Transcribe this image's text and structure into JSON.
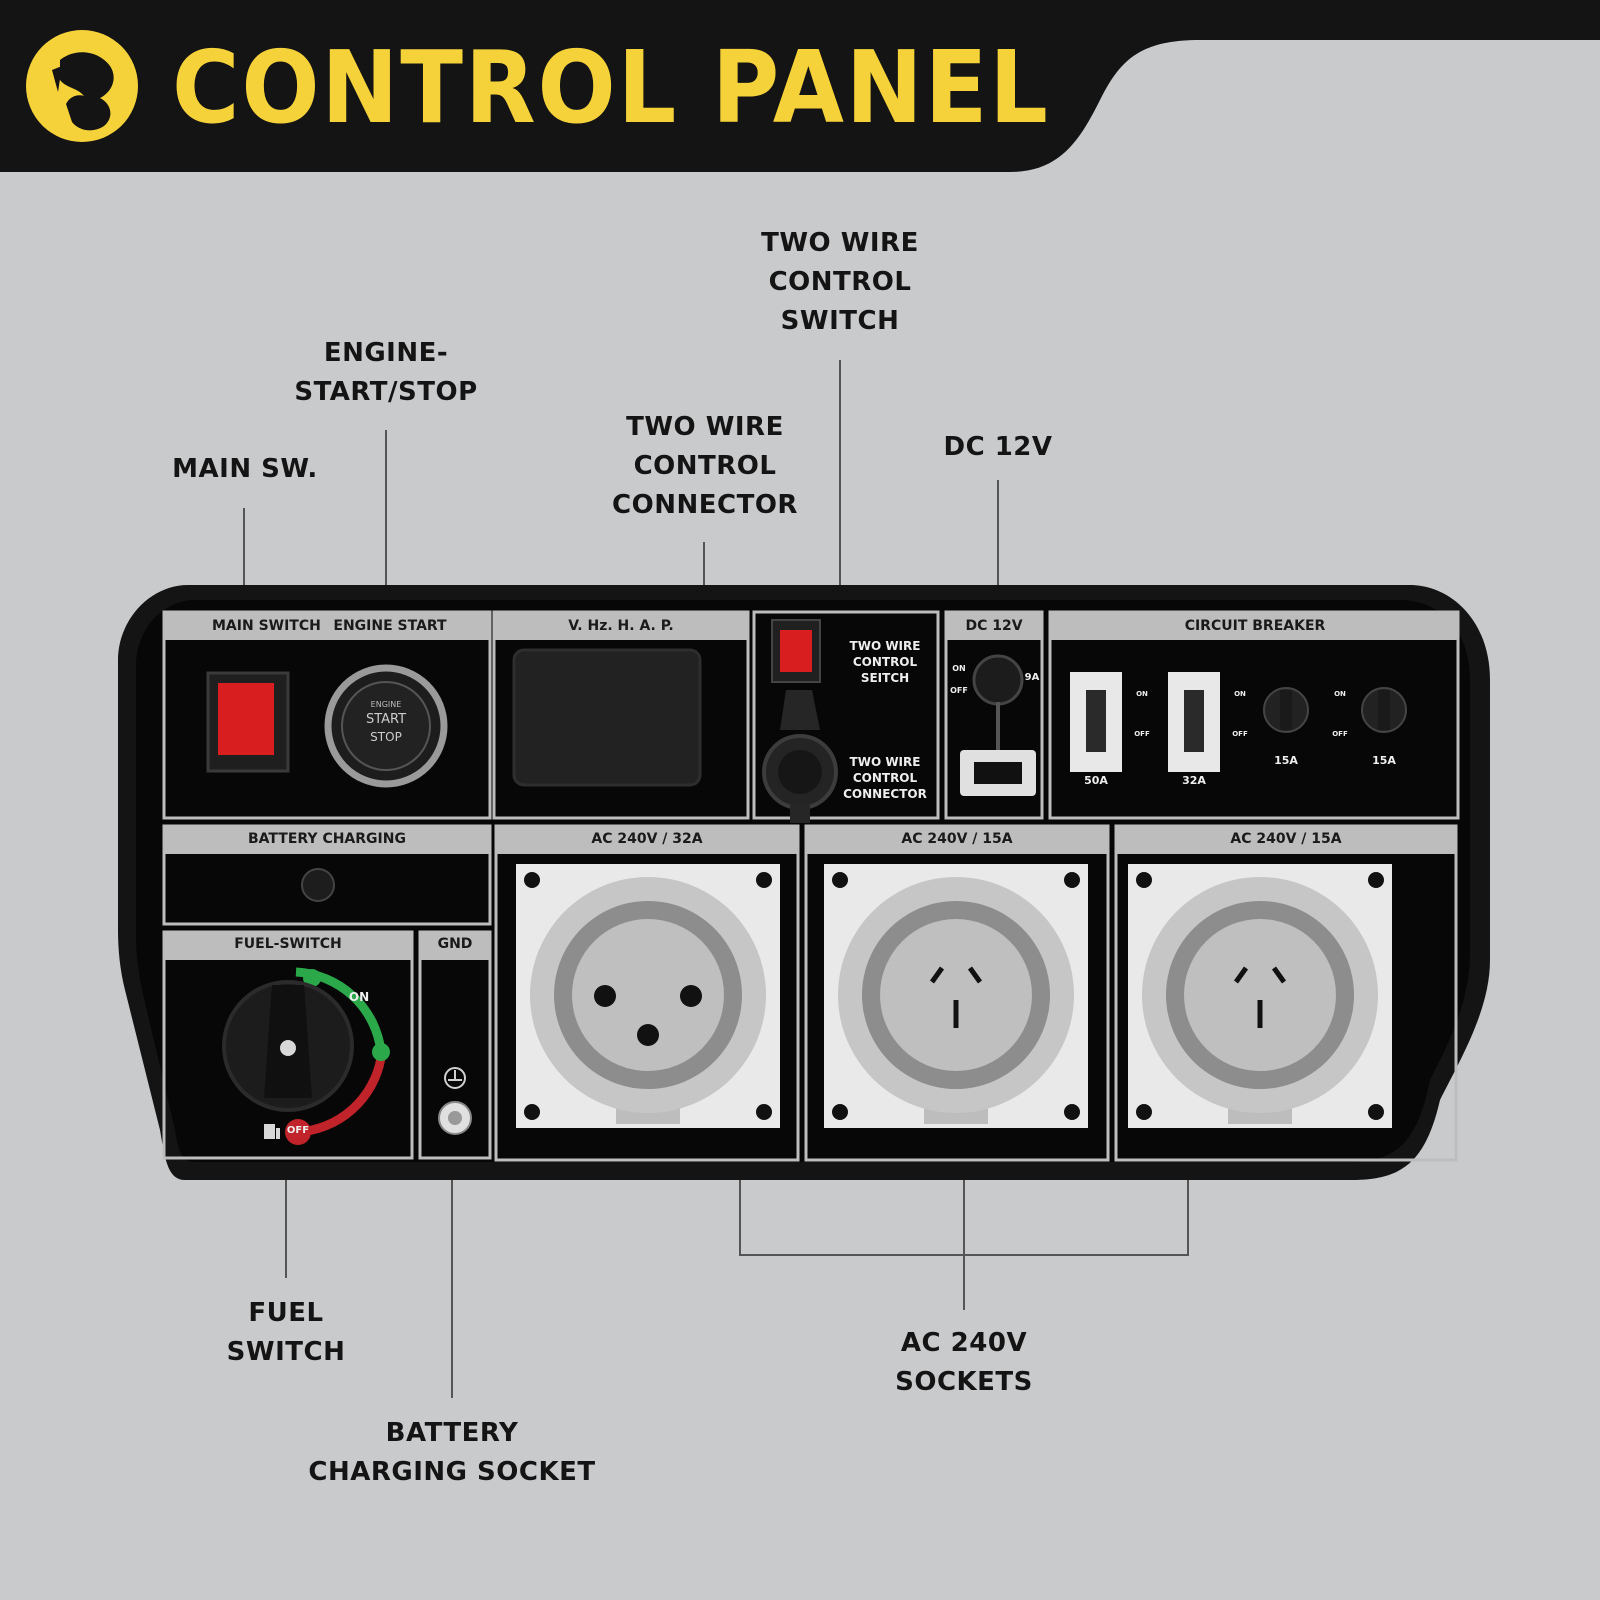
{
  "header": {
    "title": "CONTROL PANEL",
    "brand_color": "#f6d23a",
    "bar_color": "#141414",
    "logo_icon": "champion-logo-icon"
  },
  "callouts": {
    "main_switch": "MAIN SW.",
    "engine_start_stop": "ENGINE-\nSTART/STOP",
    "two_wire_connector": "TWO WIRE\nCONTROL\nCONNECTOR",
    "two_wire_switch": "TWO WIRE\nCONTROL\nSWITCH",
    "dc_12v": "DC 12V",
    "fuel_switch": "FUEL\nSWITCH",
    "battery_charging_socket": "BATTERY\nCHARGING SOCKET",
    "ac_sockets": "AC 240V\nSOCKETS"
  },
  "panel": {
    "main_switch_label": "MAIN SWITCH",
    "engine_start_label": "ENGINE START",
    "start_button": {
      "line1": "ENGINE",
      "line2": "START",
      "line3": "STOP"
    },
    "meter_label": "V. Hz. H. A. P.",
    "two_wire_switch_label": "TWO WIRE\nCONTROL\nSEITCH",
    "two_wire_connector_label": "TWO WIRE\nCONTROL\nCONNECTOR",
    "dc_label": "DC 12V",
    "dc_on": "ON",
    "dc_off": "OFF",
    "dc_fuse": "9A",
    "breaker_label": "CIRCUIT BREAKER",
    "breakers": [
      {
        "rating": "50A"
      },
      {
        "rating": "32A"
      },
      {
        "rating": "15A"
      },
      {
        "rating": "15A"
      }
    ],
    "breaker_on": "ON",
    "breaker_off": "OFF",
    "battery_label": "BATTERY CHARGING",
    "fuel_label": "FUEL-SWITCH",
    "fuel_on": "ON",
    "fuel_off": "OFF",
    "gnd_label": "GND",
    "outlets": [
      {
        "label": "AC 240V / 32A",
        "type": "round-3pin"
      },
      {
        "label": "AC 240V / 15A",
        "type": "au-3pin"
      },
      {
        "label": "AC 240V / 15A",
        "type": "au-3pin"
      }
    ],
    "colors": {
      "switch_red": "#d81e1e",
      "on_green": "#2aa84a",
      "off_red": "#c0242a",
      "panel_black": "#0b0b0b"
    }
  }
}
